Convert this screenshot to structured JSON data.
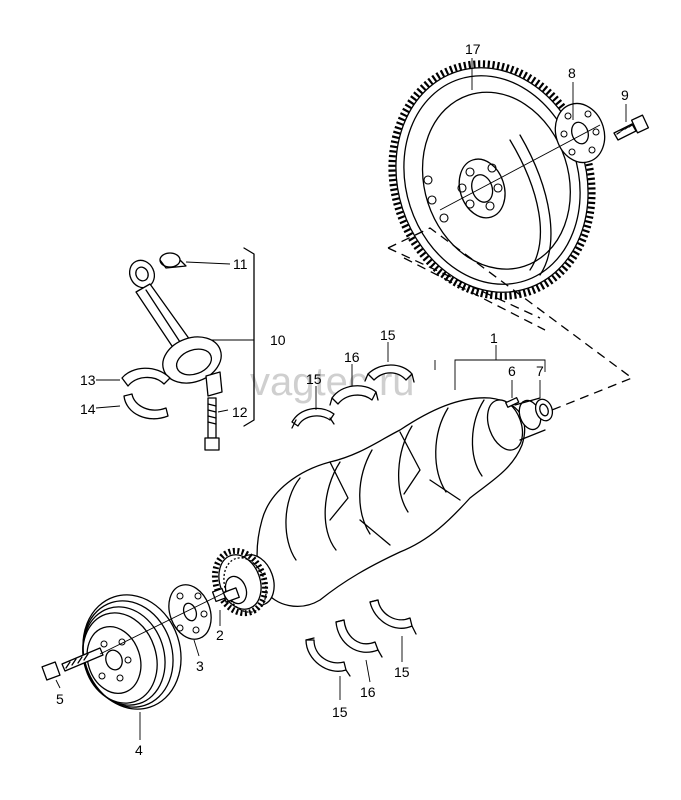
{
  "watermark": "vagtec.ru",
  "part_numbers": [
    "1",
    "2",
    "3",
    "4",
    "5",
    "6",
    "7",
    "8",
    "9",
    "10",
    "11",
    "12",
    "13",
    "14",
    "15",
    "16",
    "17"
  ],
  "labels": {
    "n1": "1",
    "n2": "2",
    "n3": "3",
    "n4": "4",
    "n5": "5",
    "n6": "6",
    "n7": "7",
    "n8": "8",
    "n9": "9",
    "n10": "10",
    "n11": "11",
    "n12": "12",
    "n13": "13",
    "n14": "14",
    "n15a": "15",
    "n15b": "15",
    "n15c": "15",
    "n15d": "15",
    "n16a": "16",
    "n16b": "16",
    "n17": "17"
  }
}
